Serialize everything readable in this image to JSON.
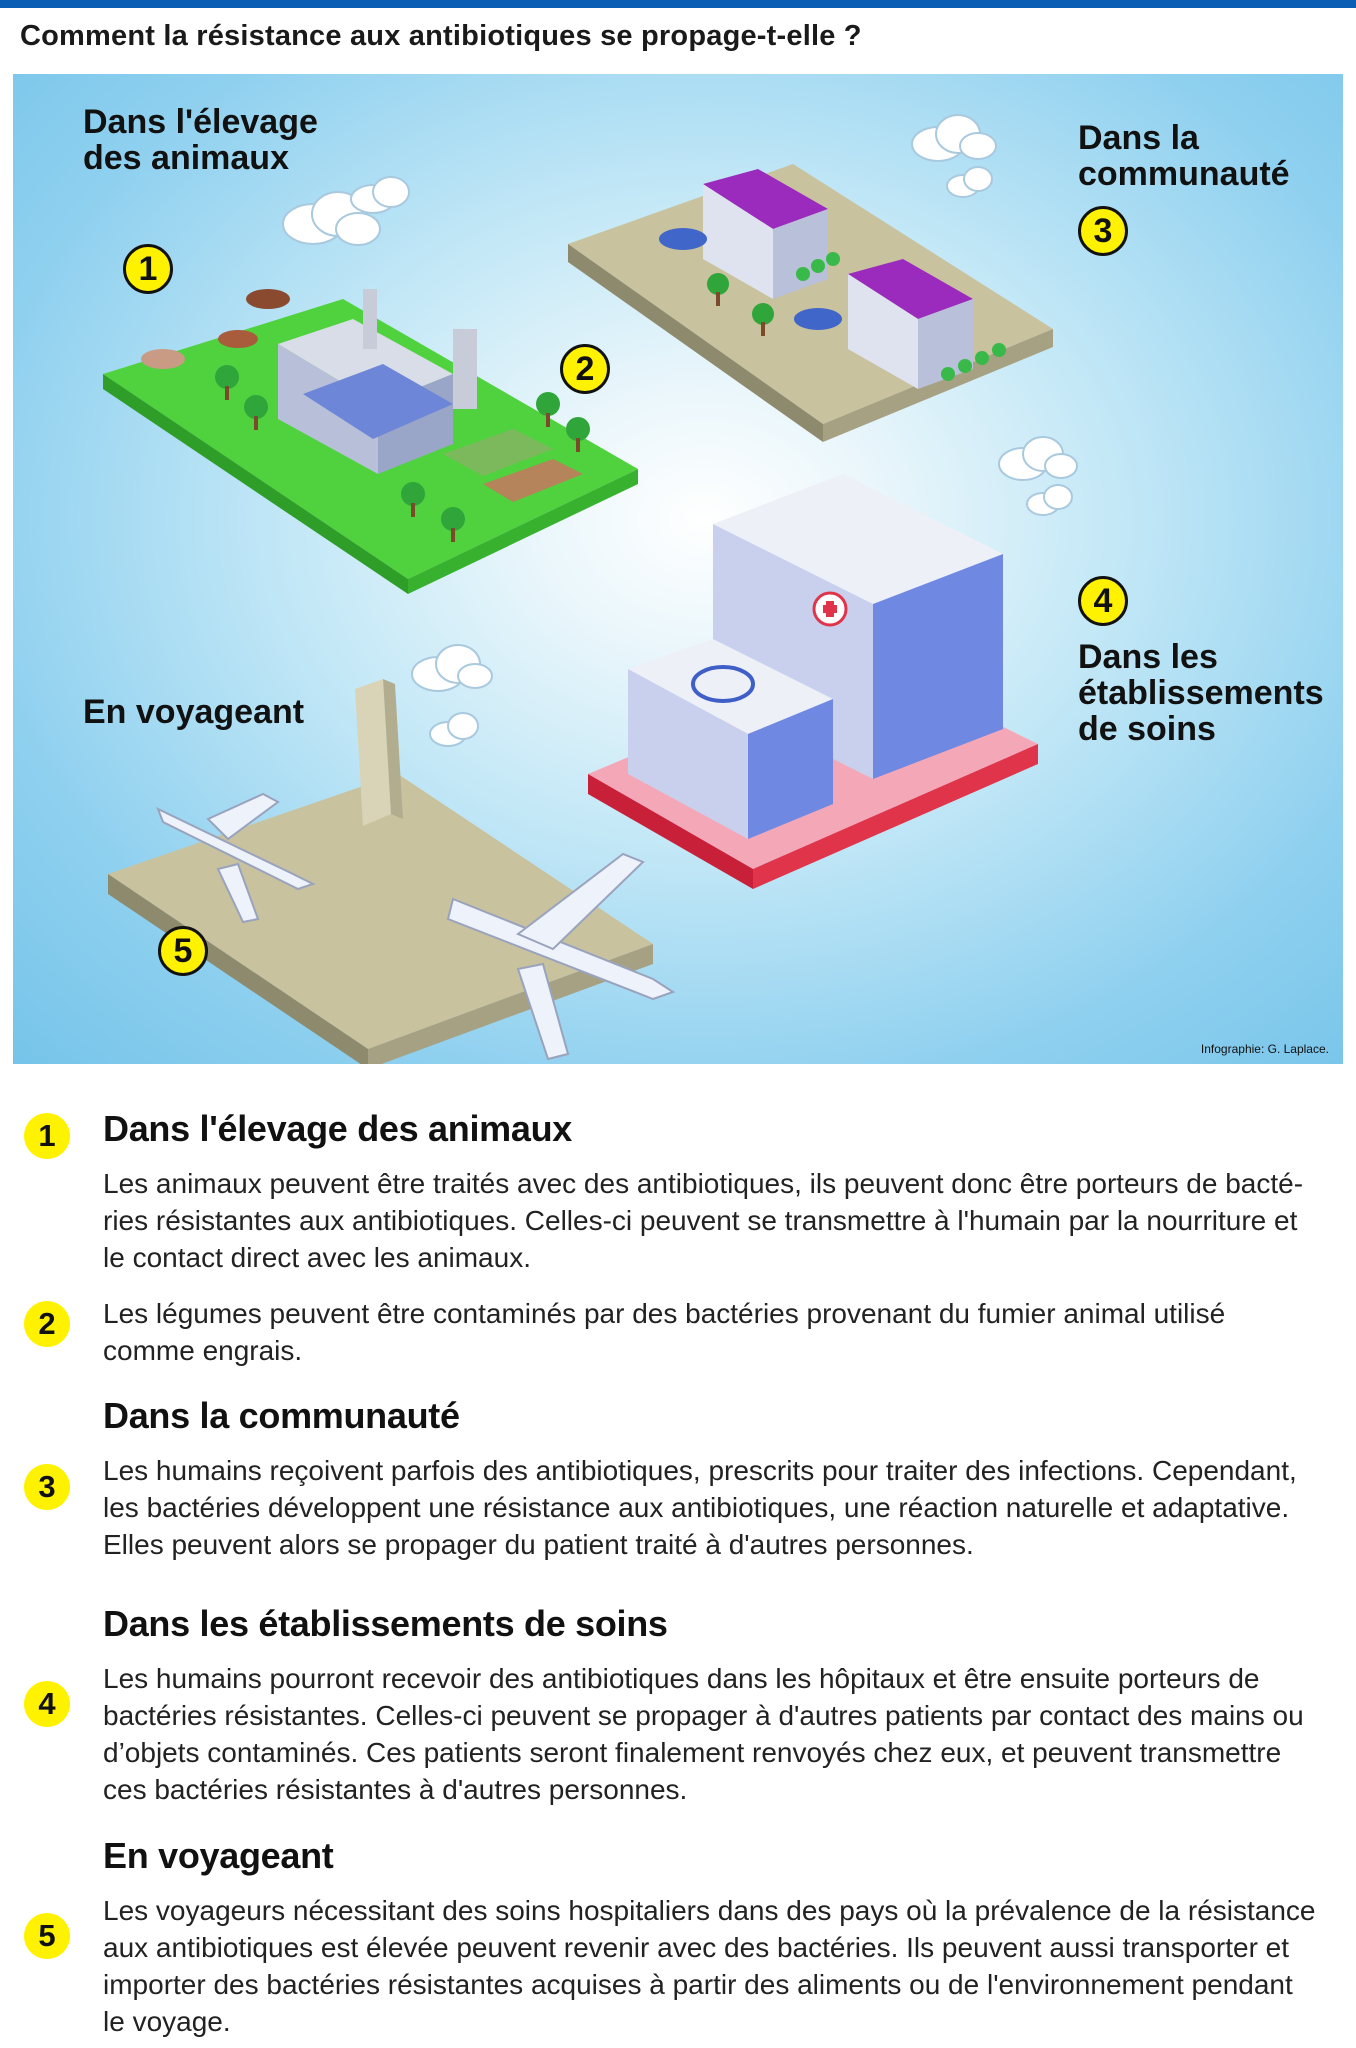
{
  "title": "Comment la résistance aux antibiotiques se propage-t-elle ?",
  "hero": {
    "labels": {
      "elevage": [
        "Dans l'élevage",
        "des animaux"
      ],
      "communaute": [
        "Dans la",
        "communauté"
      ],
      "etablissements": [
        "Dans les",
        "établissements",
        "de soins"
      ],
      "voyageant": "En voyageant"
    },
    "badges": [
      "1",
      "2",
      "3",
      "4",
      "5"
    ],
    "credit": "Infographie: G. Laplace.",
    "colors": {
      "badge": "#fff200",
      "grass": "#46c93a",
      "ground": "#c8c29e",
      "roof": "#9b2bbd",
      "hospital_base": "#e0344a",
      "building": "#5f7fe0"
    }
  },
  "sections": [
    {
      "badge": "1",
      "heading": "Dans l'élevage des animaux",
      "lines": [
        "Les animaux peuvent être traités avec des antibiotiques, ils peuvent donc être porteurs de bacté-",
        "ries résistantes aux antibiotiques. Celles-ci  peuvent se transmettre à l'humain par la nourriture et",
        "le contact direct avec les animaux."
      ]
    },
    {
      "badge": "2",
      "heading": "",
      "lines": [
        "Les légumes peuvent être contaminés par des bactéries provenant du fumier animal utilisé",
        "comme engrais."
      ]
    },
    {
      "badge": "3",
      "heading": "Dans la communauté",
      "lines": [
        "Les humains reçoivent parfois des antibiotiques, prescrits pour traiter des infections. Cependant,",
        "les bactéries développent une résistance aux antibiotiques, une réaction naturelle et adaptative.",
        "Elles peuvent alors se propager du patient traité à d'autres personnes."
      ]
    },
    {
      "badge": "4",
      "heading": "Dans les établissements de soins",
      "lines": [
        "Les humains pourront recevoir des antibiotiques dans les hôpitaux et être ensuite porteurs de",
        "bactéries résistantes. Celles-ci peuvent se propager à d'autres patients par contact des mains ou",
        "d’objets contaminés. Ces patients seront finalement renvoyés chez eux, et peuvent transmettre",
        "ces bactéries résistantes à d'autres personnes."
      ]
    },
    {
      "badge": "5",
      "heading": "En voyageant",
      "lines": [
        "Les voyageurs nécessitant des soins hospitaliers dans des pays où la prévalence de la résistance",
        "aux antibiotiques est élevée peuvent revenir avec des bactéries. Ils peuvent aussi transporter et",
        "importer des bactéries résistantes acquises à partir des aliments ou de l'environnement pendant",
        "le voyage."
      ]
    }
  ]
}
